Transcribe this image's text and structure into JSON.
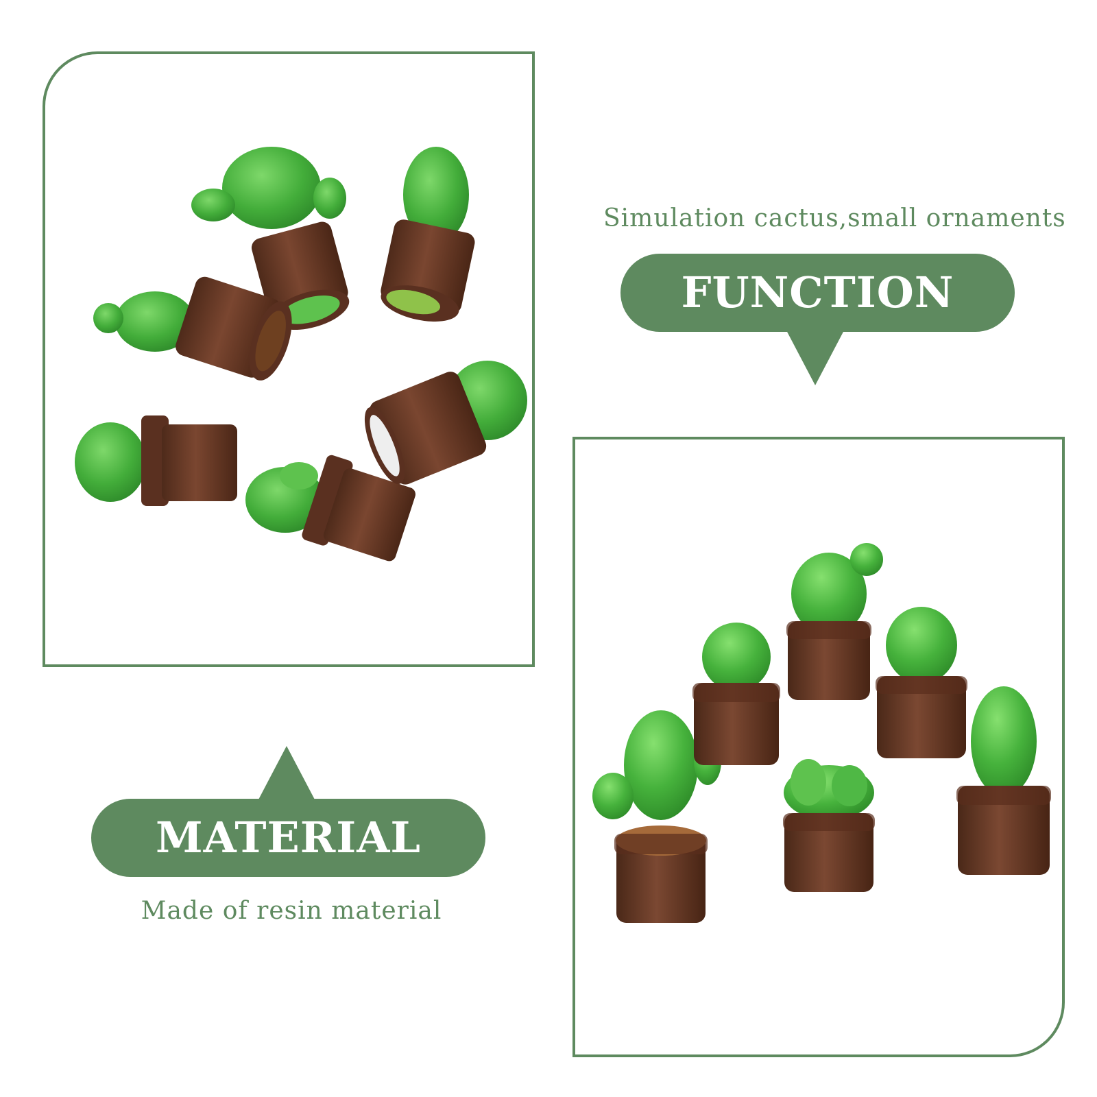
{
  "function": {
    "caption": "Simulation cactus,small ornaments",
    "label": "FUNCTION"
  },
  "material": {
    "label": "MATERIAL",
    "caption": "Made of resin material"
  },
  "colors": {
    "accent": "#5e8a5f",
    "cactus_green": "#4fb845",
    "pot_brown": "#6b3a26"
  }
}
